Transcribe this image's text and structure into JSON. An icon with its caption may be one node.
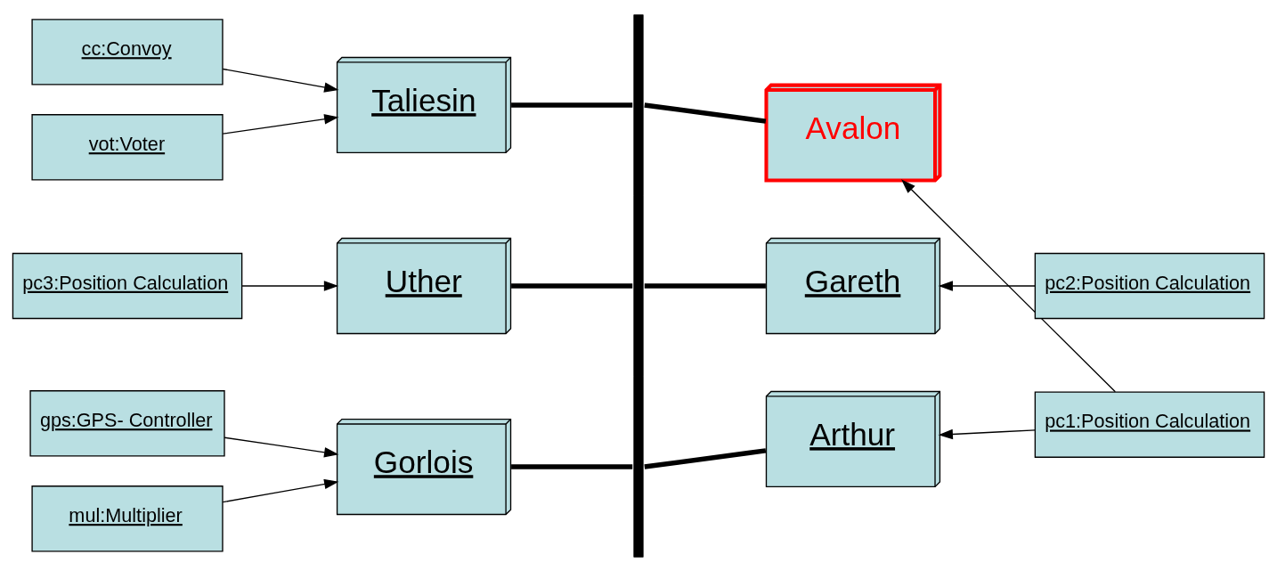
{
  "diagram": {
    "nodes": [
      {
        "text": [
          "vot:Voter"
        ]
      },
      {
        "text": [
          "cc:Convoy"
        ]
      },
      {
        "text": [
          "pc3:Position Calculation"
        ]
      },
      {
        "text": [
          "mul:Multiplier"
        ]
      },
      {
        "text": [
          "gps:GPS- Controller"
        ]
      },
      {
        "text": [
          "Taliesin"
        ]
      },
      {
        "text": [
          "Uther"
        ]
      },
      {
        "text": [
          "Gorlois"
        ]
      },
      {
        "text": [],
        "shape": "bar"
      },
      {
        "text": [
          "Avalon"
        ]
      },
      {
        "text": [
          "Gareth"
        ]
      },
      {
        "text": [
          "Arthur"
        ]
      },
      {
        "text": [
          "pc1:Position Calculation"
        ]
      },
      {
        "text": [
          "pc2:Position Calculation"
        ]
      }
    ],
    "edges": [
      {
        "from": 0,
        "to": 5,
        "arrow": "to"
      },
      {
        "from": 1,
        "to": 5,
        "arrow": "to"
      },
      {
        "from": 2,
        "to": 6,
        "arrow": "to"
      },
      {
        "from": 3,
        "to": 7,
        "arrow": "to"
      },
      {
        "from": 4,
        "to": 7,
        "arrow": "to"
      },
      {
        "from": 5,
        "to": 8,
        "arrow": "none",
        "style": "thick"
      },
      {
        "from": 6,
        "to": 8,
        "arrow": "none",
        "style": "thick"
      },
      {
        "from": 7,
        "to": 8,
        "arrow": "none",
        "style": "thick"
      },
      {
        "from": 9,
        "to": 8,
        "arrow": "none",
        "style": "thick"
      },
      {
        "from": 10,
        "to": 8,
        "arrow": "none",
        "style": "thick"
      },
      {
        "from": 11,
        "to": 8,
        "arrow": "none",
        "style": "thick"
      },
      {
        "from": 12,
        "to": 9,
        "arrow": "to"
      },
      {
        "from": 12,
        "to": 11,
        "arrow": "to"
      },
      {
        "from": 13,
        "to": 10,
        "arrow": "to"
      }
    ]
  }
}
